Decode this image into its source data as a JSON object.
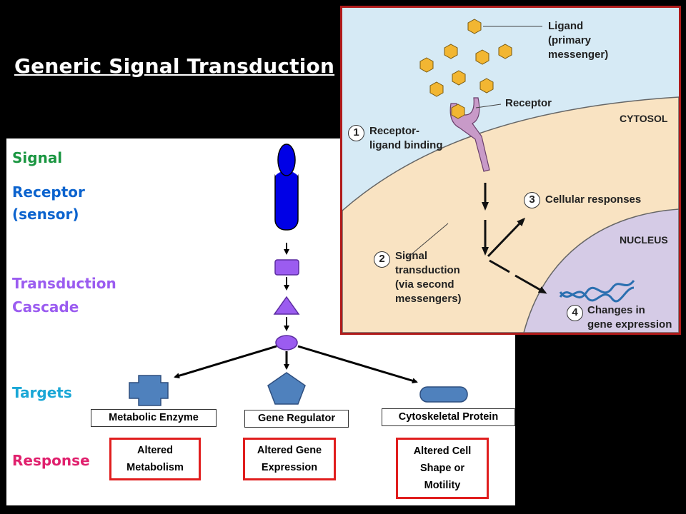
{
  "title": "Generic Signal Transduction",
  "left_diagram": {
    "row_labels": {
      "signal": "Signal",
      "receptor_line1": "Receptor",
      "receptor_line2": "(sensor)",
      "transduction_line1": "Transduction",
      "transduction_line2": "Cascade",
      "targets": "Targets",
      "response": "Response"
    },
    "targets": [
      {
        "label": "Metabolic  Enzyme"
      },
      {
        "label": "Gene Regulator"
      },
      {
        "label": "Cytoskeletal Protein"
      }
    ],
    "responses": [
      {
        "line1": "Altered",
        "line2": "Metabolism",
        "line3": ""
      },
      {
        "line1": "Altered Gene",
        "line2": "Expression",
        "line3": ""
      },
      {
        "line1": "Altered Cell",
        "line2": "Shape or",
        "line3": "Motility"
      }
    ],
    "colors": {
      "signal": "#1a9641",
      "receptor": "#0b63ce",
      "transduction": "#9b5cf0",
      "targets": "#1aa7d6",
      "response": "#e0206d",
      "target_shape": "#4f81bd",
      "cascade_shape": "#9b5cf0",
      "receptor_shape": "#0000e6"
    }
  },
  "inset": {
    "ligand_line1": "Ligand",
    "ligand_line2": "(primary",
    "ligand_line3": "messenger)",
    "receptor": "Receptor",
    "cytosol": "CYTOSOL",
    "nucleus": "NUCLEUS",
    "step1_num": "1",
    "step1_line1": "Receptor-",
    "step1_line2": "ligand binding",
    "step2_num": "2",
    "step2_line1": "Signal",
    "step2_line2": "transduction",
    "step2_line3": "(via second",
    "step2_line4": "messengers)",
    "step3_num": "3",
    "step3_label": "Cellular responses",
    "step4_num": "4",
    "step4_line1": "Changes in",
    "step4_line2": "gene expression",
    "colors": {
      "outside": "#d6eaf5",
      "cytosol": "#f9e3c2",
      "nucleus": "#d5cbe6",
      "ligand": "#f2b632",
      "receptor": "#c89ac8",
      "dna": "#2a6fb0",
      "border": "#b01b1b"
    }
  }
}
